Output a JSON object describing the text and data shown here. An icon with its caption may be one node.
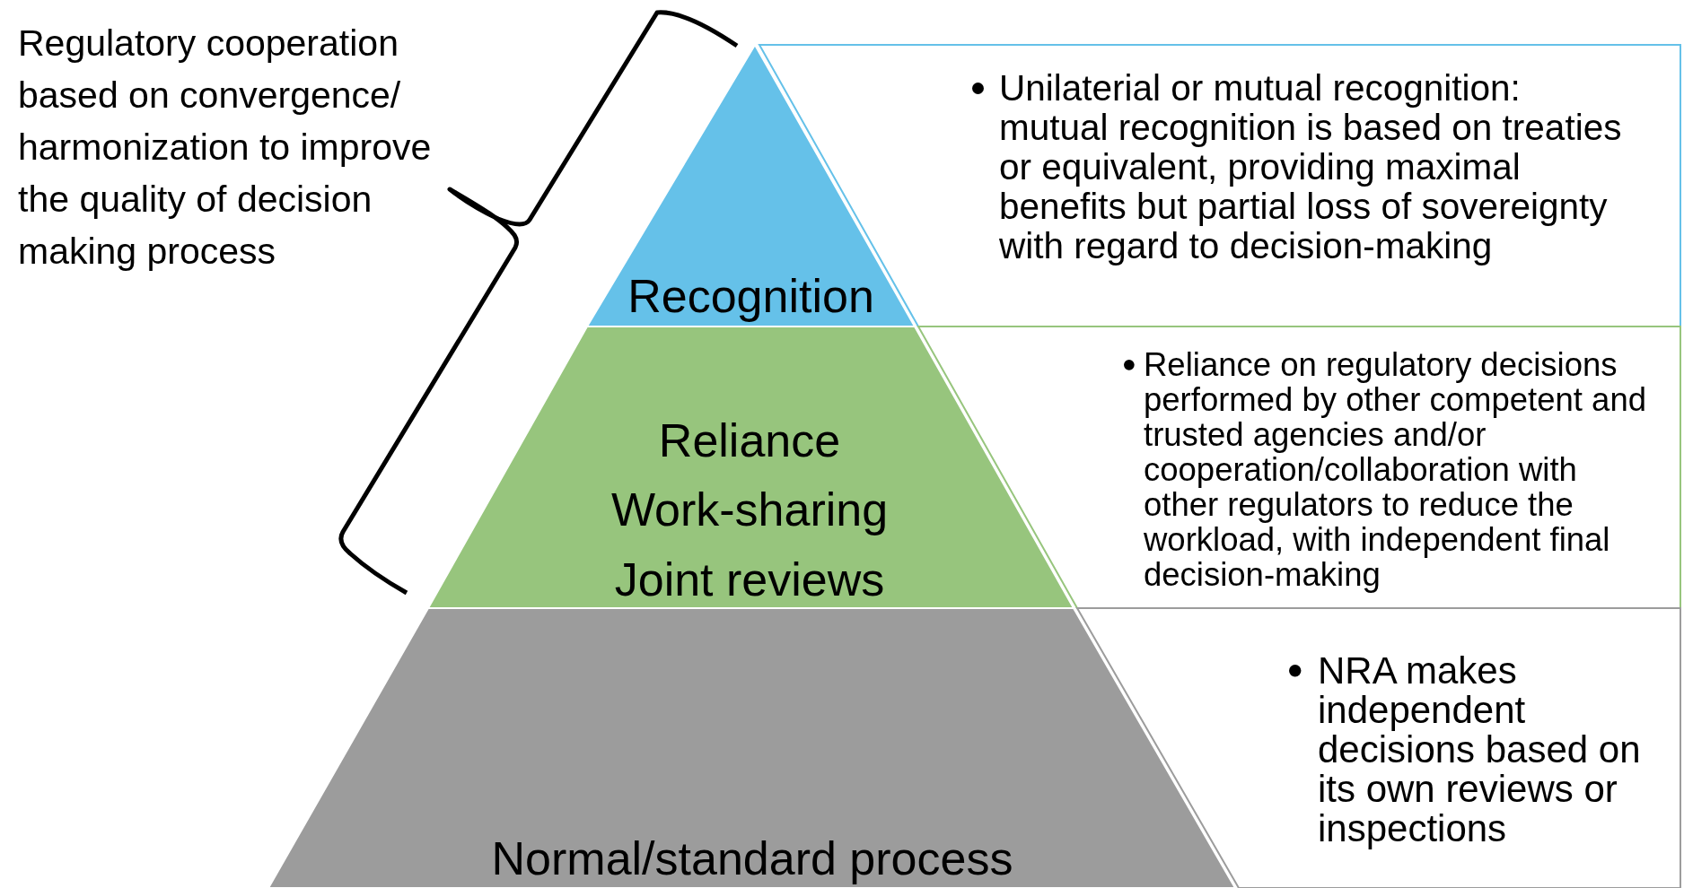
{
  "diagram": {
    "nodes": [
      {
        "text": [
          "Recognition"
        ]
      },
      {
        "text": [
          "Reliance",
          "Work-sharing",
          "Joint reviews"
        ]
      },
      {
        "text": [
          "Normal/standard process"
        ]
      },
      {
        "text": [
          "Unilaterial or mutual recognition: mutual recognition is based on treaties or equivalent, providing maximal benefits but partial loss of sovereignty with regard to decision-making"
        ]
      },
      {
        "text": [
          "Reliance on regulatory decisions performed by other competent and trusted agencies and/or cooperation/collaboration with other regulators to reduce the workload, with independent final decision-making"
        ]
      },
      {
        "text": [
          "NRA makes independent decisions based on its own reviews or inspections"
        ]
      }
    ],
    "labels": [
      "Regulatory cooperation based on convergence/ harmonization to improve the quality of decision making process"
    ]
  }
}
